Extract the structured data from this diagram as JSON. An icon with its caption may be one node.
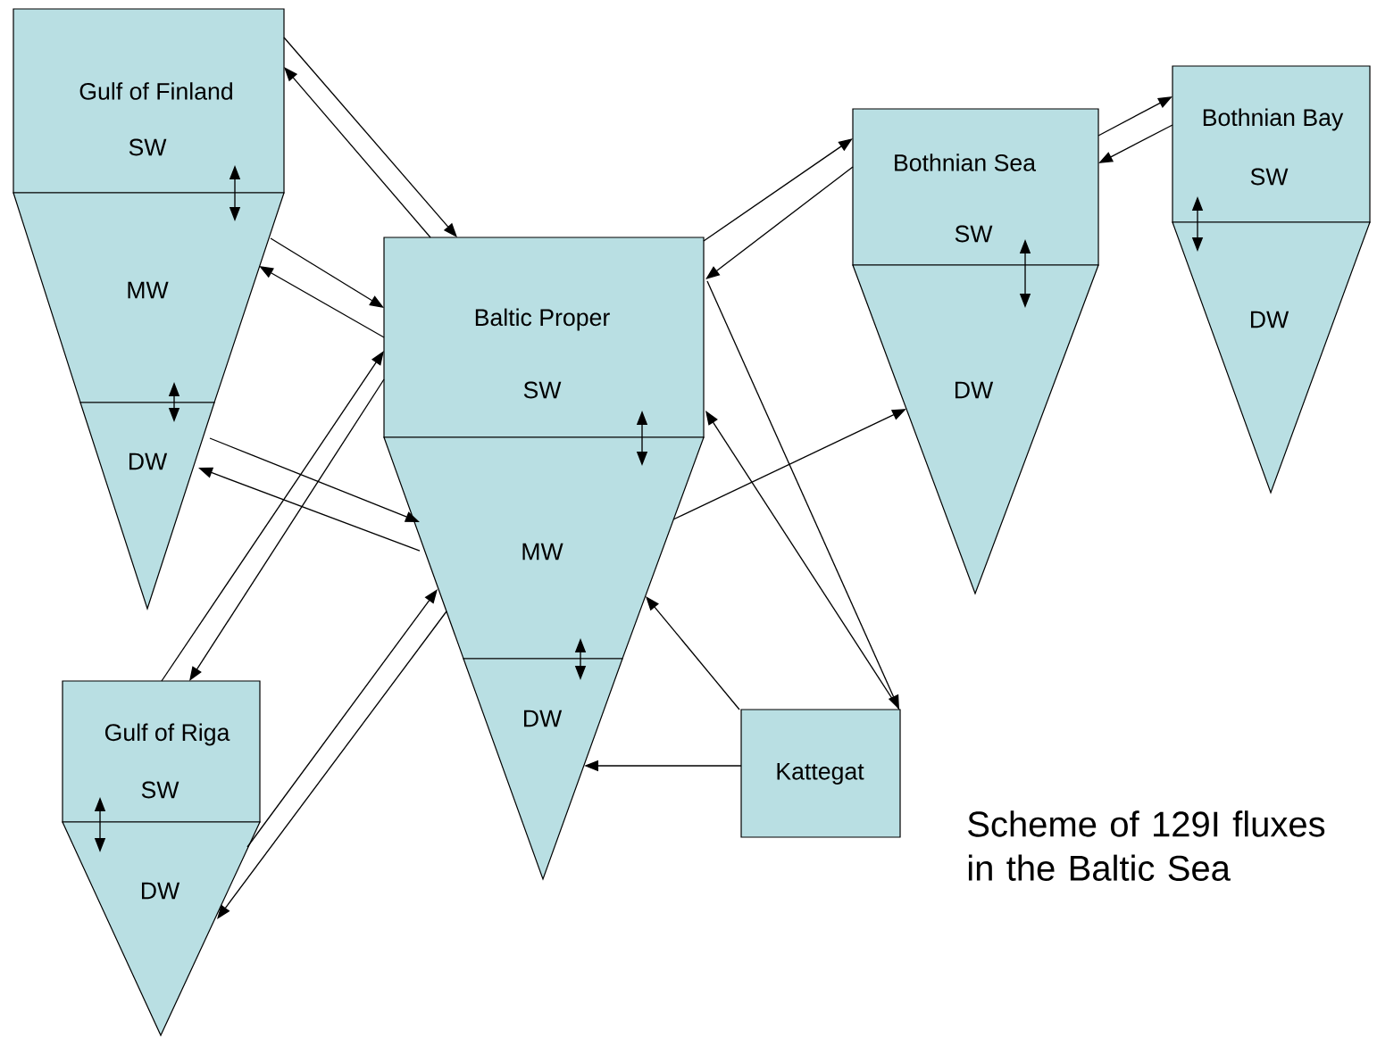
{
  "diagram": {
    "caption": "Scheme of 129I fluxes in the Baltic Sea",
    "nodes": [
      {
        "text": [
          "Gulf of Finland",
          "SW"
        ]
      },
      {
        "text": [
          "MW"
        ]
      },
      {
        "text": [
          "DW"
        ]
      },
      {
        "text": [
          "Baltic Proper",
          "SW"
        ]
      },
      {
        "text": [
          "MW"
        ]
      },
      {
        "text": [
          "DW"
        ]
      },
      {
        "text": [
          "Bothnian Sea",
          "SW"
        ]
      },
      {
        "text": [
          "DW"
        ]
      },
      {
        "text": [
          "Bothnian Bay",
          "SW"
        ]
      },
      {
        "text": [
          "DW"
        ]
      },
      {
        "text": [
          "Gulf of Riga",
          "SW"
        ]
      },
      {
        "text": [
          "DW"
        ]
      },
      {
        "text": [
          "Kattegat"
        ]
      }
    ],
    "edges": [
      {
        "from": 0,
        "to": 1,
        "arrow": "both"
      },
      {
        "from": 1,
        "to": 2,
        "arrow": "both"
      },
      {
        "from": 3,
        "to": 4,
        "arrow": "both"
      },
      {
        "from": 4,
        "to": 5,
        "arrow": "both"
      },
      {
        "from": 6,
        "to": 7,
        "arrow": "both"
      },
      {
        "from": 8,
        "to": 9,
        "arrow": "both"
      },
      {
        "from": 10,
        "to": 11,
        "arrow": "both"
      },
      {
        "from": 0,
        "to": 3,
        "arrow": "to"
      },
      {
        "from": 3,
        "to": 0,
        "arrow": "to"
      },
      {
        "from": 1,
        "to": 3,
        "arrow": "to"
      },
      {
        "from": 3,
        "to": 1,
        "arrow": "to"
      },
      {
        "from": 2,
        "to": 4,
        "arrow": "to"
      },
      {
        "from": 4,
        "to": 2,
        "arrow": "to"
      },
      {
        "from": 10,
        "to": 3,
        "arrow": "to"
      },
      {
        "from": 3,
        "to": 10,
        "arrow": "to"
      },
      {
        "from": 11,
        "to": 4,
        "arrow": "to"
      },
      {
        "from": 4,
        "to": 11,
        "arrow": "to"
      },
      {
        "from": 3,
        "to": 6,
        "arrow": "to"
      },
      {
        "from": 6,
        "to": 3,
        "arrow": "to"
      },
      {
        "from": 6,
        "to": 8,
        "arrow": "to"
      },
      {
        "from": 8,
        "to": 6,
        "arrow": "to"
      },
      {
        "from": 4,
        "to": 7,
        "arrow": "to"
      },
      {
        "from": 3,
        "to": 12,
        "arrow": "to"
      },
      {
        "from": 12,
        "to": 3,
        "arrow": "to"
      },
      {
        "from": 12,
        "to": 4,
        "arrow": "to"
      },
      {
        "from": 12,
        "to": 5,
        "arrow": "to"
      }
    ]
  }
}
